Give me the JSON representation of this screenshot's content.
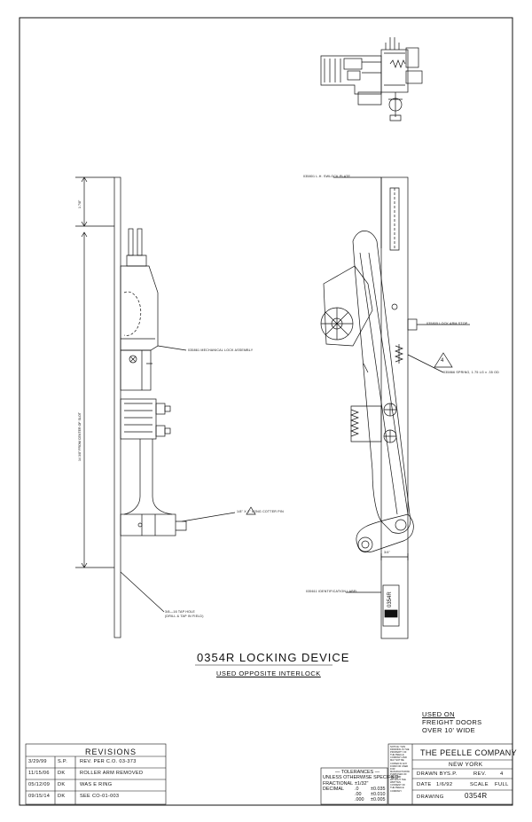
{
  "drawing": {
    "title": "0354R LOCKING DEVICE",
    "subtitle": "USED OPPOSITE INTERLOCK",
    "used_on": [
      "USED ON",
      "FREIGHT DOORS",
      "OVER 10' WIDE"
    ]
  },
  "callouts": {
    "mech_lock": "035861 MECHANICAL LOCK ASSEMBLY",
    "cotter_pin": "1/8\" X 1\" LONG COTTER PIN",
    "tap_hole_1": "3/8—16 TAP HOLE",
    "tap_hole_2": "(DRILL & TAP IN FIELD)",
    "vertical_dim": "14 3/8\" FROM CENTER OF SLOT",
    "top_dim": "1 7/8\"",
    "shaft_hole": "3/4\"",
    "plate": "035801 L.H. SWLOCK PLATE",
    "strip": "035805 LOCK ARM STOP",
    "spring": "035866 SPRING, 1.75 LG x .35 OD",
    "label": "035611 IDENTIFICATION LABEL",
    "tag": "0354R",
    "triangle_num": "4"
  },
  "revisions": {
    "title": "REVISIONS",
    "rows": [
      {
        "date": "3/29/99",
        "by": "S.P.",
        "desc": "REV. PER C.O. 03-373"
      },
      {
        "date": "11/15/06",
        "by": "DK",
        "desc": "ROLLER ARM REMOVED"
      },
      {
        "date": "05/12/09",
        "by": "DK",
        "desc": "WAS E RING"
      },
      {
        "date": "09/15/14",
        "by": "DK",
        "desc": "SEE CO-01-003"
      }
    ]
  },
  "tolerances": {
    "header": "— TOLERANCES —",
    "line2": "UNLESS OTHERWISE SPECIFIED",
    "fractional_label": "FRACTIONAL",
    "fractional_value": "±1/32\"",
    "decimal_label": "DECIMAL",
    "decimals": [
      {
        "places": ".0",
        "tol": "±0.035"
      },
      {
        "places": ".00",
        "tol": "±0.010"
      },
      {
        "places": ".000",
        "tol": "±0.005"
      }
    ]
  },
  "notice": "NOTICE: THIS DRAWING IS THE PROPERTY OF THE PEELLE COMPANY AND MAY NOT BE COPIED IN ANY FORM OR USED FOR MANUFACTURING PURPOSES OF ANY KIND WITHOUT THE WRITTEN CONSENT OF THE PEELLE COMPANY",
  "title_block": {
    "company": "THE PEELLE COMPANY",
    "location": "NEW YORK",
    "drawn_by_label": "DRAWN BY",
    "drawn_by": "S.P.",
    "rev_label": "REV.",
    "rev": "4",
    "date_label": "DATE",
    "date": "1/6/92",
    "scale_label": "SCALE",
    "scale": "FULL",
    "drawing_label": "DRAWING",
    "drawing_no": "0354R"
  }
}
